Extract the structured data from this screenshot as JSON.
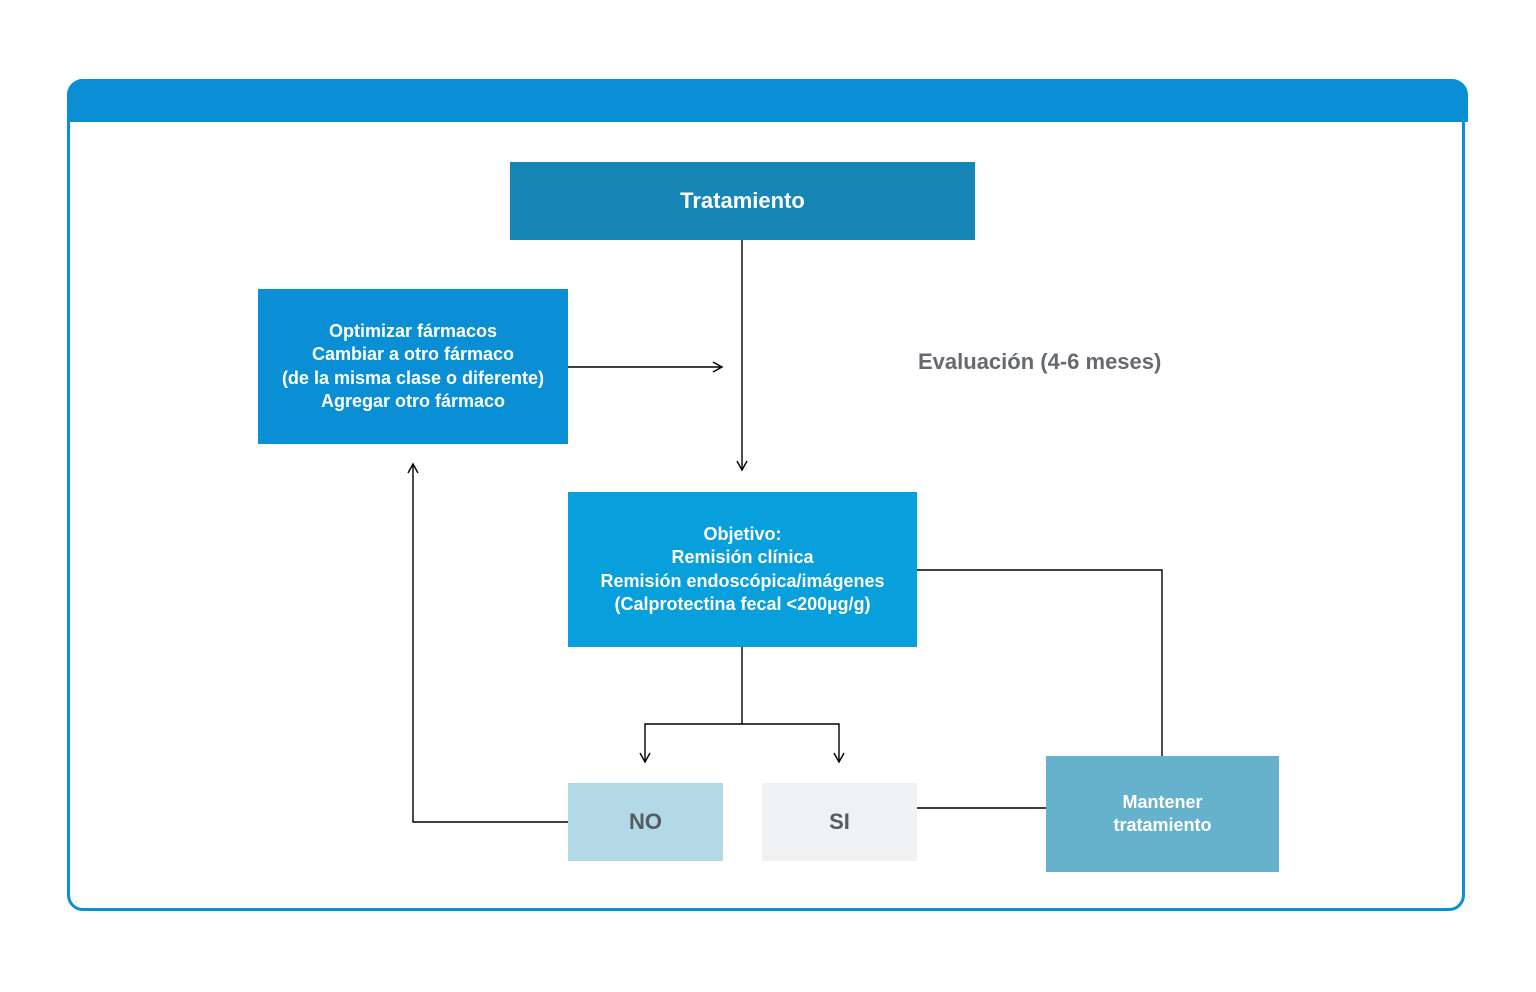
{
  "diagram": {
    "nodes": {
      "tratamiento": {
        "lines": [
          "Tratamiento"
        ]
      },
      "optimizar": {
        "lines": [
          "Optimizar fármacos",
          "Cambiar a otro fármaco",
          "(de la misma clase o diferente)",
          "Agregar otro fármaco"
        ]
      },
      "objetivo": {
        "lines": [
          "Objetivo:",
          "Remisión clínica",
          "Remisión endoscópica/imágenes",
          "(Calprotectina fecal <200µg/g)"
        ]
      },
      "no": {
        "lines": [
          "NO"
        ]
      },
      "si": {
        "lines": [
          "SI"
        ]
      },
      "mantener": {
        "lines": [
          "Mantener",
          "tratamiento"
        ]
      }
    },
    "evaluation_label": "Evaluación (4-6 meses)",
    "edges": [
      {
        "from": "tratamiento",
        "to": "objetivo"
      },
      {
        "from": "optimizar",
        "to": "tratamiento-objetivo-line"
      },
      {
        "from": "objetivo",
        "to": "no"
      },
      {
        "from": "objetivo",
        "to": "si"
      },
      {
        "from": "no",
        "to": "optimizar"
      },
      {
        "from": "si",
        "to": "mantener"
      },
      {
        "from": "mantener",
        "to": "objetivo"
      }
    ]
  },
  "colors": {
    "frame": "#0b8fd4",
    "tratamiento": "#1686b4",
    "optimizar": "#0b8fd4",
    "objetivo": "#079fdc",
    "no": "#b3d9e6",
    "si": "#eff1f3",
    "mantener": "#66b2cc",
    "connector": "#000000"
  }
}
